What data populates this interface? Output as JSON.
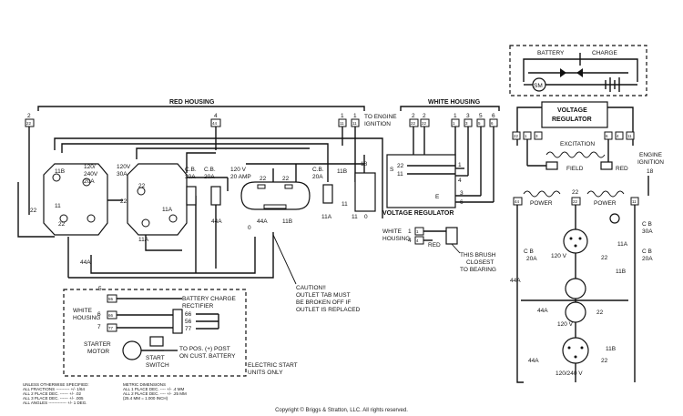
{
  "labels": {
    "red_housing": "RED HOUSING",
    "white_housing_top": "WHITE HOUSING",
    "to_engine_ignition": [
      "TO ENGINE",
      "IGNITION"
    ],
    "engine_ignition": [
      "ENGINE",
      "IGNITION"
    ],
    "battery": "BATTERY",
    "charge": "CHARGE",
    "sm": "SM",
    "voltage_regulator_box": [
      "VOLTAGE",
      "REGULATOR"
    ],
    "excitation": "EXCITATION",
    "field": "FIELD",
    "red": "RED",
    "power_left": "POWER",
    "power_right": "POWER",
    "voltage_regulator_left": "VOLTAGE REGULATOR",
    "white_housing_brush": [
      "WHITE",
      "HOUSING"
    ],
    "red_brush": "RED",
    "brush_note": [
      "THIS BRUSH",
      "CLOSEST",
      "TO BEARING"
    ],
    "caution": [
      "CAUTION!!",
      "OUTLET TAB MUST",
      "BE BROKEN OFF IF",
      "OUTLET IS REPLACED"
    ],
    "white_housing_lower": [
      "WHITE",
      "HOUSING"
    ],
    "battery_charge_rectifier": [
      "BATTERY CHARGE",
      "RECTIFIER"
    ],
    "starter_motor": [
      "STARTER",
      "MOTOR"
    ],
    "start_switch": [
      "START",
      "SWITCH"
    ],
    "to_pos_post": [
      "TO POS. (+) POST",
      "ON CUST. BATTERY"
    ],
    "electric_start": [
      "ELECTRIC START",
      "UNITS ONLY"
    ],
    "outlet_120_240_20": [
      "120/",
      "240V",
      "20A"
    ],
    "outlet_120_30": [
      "120V",
      "30A"
    ],
    "cb_30a_left": [
      "C.B.",
      "30A"
    ],
    "cb_20a_left": [
      "C.B.",
      "20A"
    ],
    "outlet_120_20amp": [
      "120 V",
      "20 AMP"
    ],
    "cb_20a_mid": [
      "C.B.",
      "20A"
    ],
    "cb_30a_right": [
      "C B",
      "30A"
    ],
    "cb_20a_right": [
      "C B",
      "20A"
    ],
    "cb_20a_right_left": [
      "C B",
      "20A"
    ],
    "v120_a": "120  V",
    "v120_b": "120 V",
    "v120_240": "120/240 V"
  },
  "wire_numbers": {
    "n22": "22",
    "n44": "44",
    "n11": "11",
    "n4": "4",
    "n1": "1",
    "n3": "3",
    "n5": "5",
    "n6": "6",
    "n2": "2",
    "n18": "18",
    "n11a": "11A",
    "n11b": "11B",
    "n44a": "44A",
    "n0": "0",
    "n55": "55",
    "n56": "56",
    "n66": "66",
    "n77": "77",
    "n7": "7",
    "n8": "8",
    "ns": "S",
    "ne": "E",
    "n33": "33"
  },
  "specs_left": [
    "UNLESS OTHERWISE SPECIFIED:",
    "ALL FRACTIONS ---------- +/- 1/64",
    "ALL 2 PLACE DEC. ------ +/- .02",
    "ALL 3 PLACE DEC. ------ +/- .005",
    "ALL ANGLES ------------- +/- 1 DEG."
  ],
  "specs_right": [
    "METRIC DIMENSIONS",
    "ALL 1 PLACE DEC. ---- +/- .4 MM",
    "ALL 2 PLACE DEC. ---- +/- .25 MM",
    "(25.4 MM = 1.000 INCH)"
  ],
  "footer": "Copyright © Briggs & Stratton, LLC. All rights reserved."
}
